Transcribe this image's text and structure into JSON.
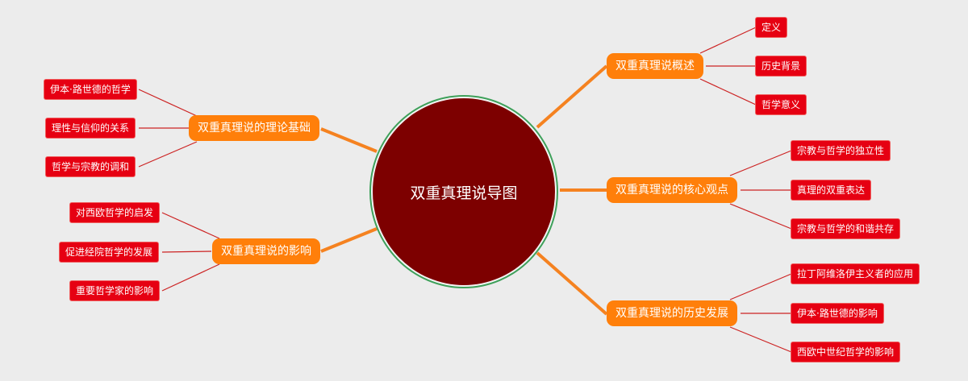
{
  "colors": {
    "background": "#ececec",
    "center_fill": "#7d0000",
    "center_ring": "#3ea05a",
    "branch_fill": "#ff7f0a",
    "branch_line": "#f58220",
    "leaf_fill": "#e60012",
    "leaf_line": "#cc2222"
  },
  "center": {
    "label": "双重真理说导图"
  },
  "branches": [
    {
      "label": "双重真理说概述",
      "side": "right",
      "children": [
        "定义",
        "历史背景",
        "哲学意义"
      ]
    },
    {
      "label": "双重真理说的核心观点",
      "side": "right",
      "children": [
        "宗教与哲学的独立性",
        "真理的双重表达",
        "宗教与哲学的和谐共存"
      ]
    },
    {
      "label": "双重真理说的历史发展",
      "side": "right",
      "children": [
        "拉丁阿维洛伊主义者的应用",
        "伊本·路世德的影响",
        "西欧中世纪哲学的影响"
      ]
    },
    {
      "label": "双重真理说的理论基础",
      "side": "left",
      "children": [
        "伊本·路世德的哲学",
        "理性与信仰的关系",
        "哲学与宗教的调和"
      ]
    },
    {
      "label": "双重真理说的影响",
      "side": "left",
      "children": [
        "对西欧哲学的启发",
        "促进经院哲学的发展",
        "重要哲学家的影响"
      ]
    }
  ]
}
